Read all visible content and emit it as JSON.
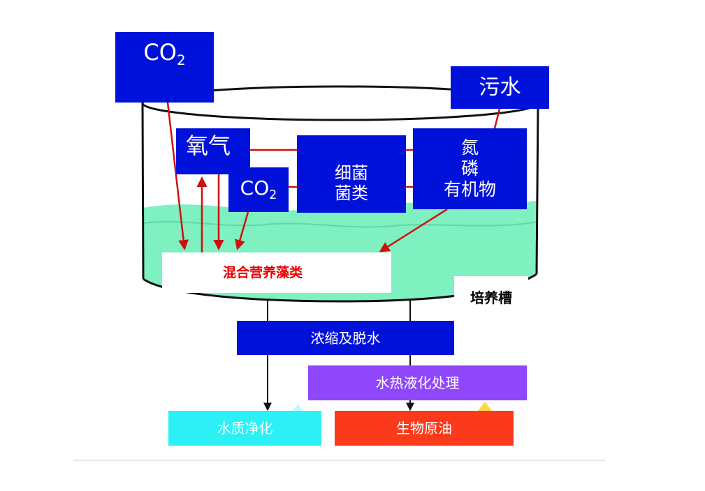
{
  "labels": {
    "co2_top_main": "CO",
    "co2_top_sub": "2",
    "wastewater": "污水",
    "oxygen": "氧气",
    "co2_inner_main": "CO",
    "co2_inner_sub": "2",
    "bacteria_line1": "细菌",
    "bacteria_line2": "菌类",
    "nutrients_line1": "氮",
    "nutrients_line2": "磷",
    "nutrients_line3": "有机物",
    "algae": "混合营养藻类",
    "tank": "培养槽",
    "concentrate": "浓缩及脱水",
    "hydrothermal": "水热液化处理",
    "water_purification": "水质净化",
    "bio_crude": "生物原油"
  },
  "colors": {
    "box_blue": "#0012d9",
    "arrow_red": "#cc1111",
    "water_green": "#7ff0c0",
    "hydro_purple": "#9046fb",
    "water_cyan": "#2cf0f5",
    "oil_red": "#fa3a1a",
    "algae_text": "#e80000"
  }
}
